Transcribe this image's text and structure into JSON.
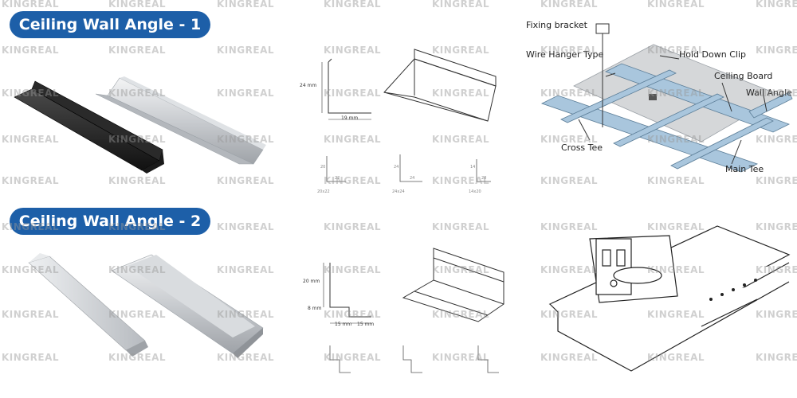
{
  "badges": {
    "angle1": "Ceiling Wall Angle - 1",
    "angle2": "Ceiling Wall Angle - 2"
  },
  "watermark": "KINGREAL",
  "diagram1": {
    "height_dim": "24 mm",
    "width_dim": "19 mm",
    "profiles": [
      {
        "side": "20",
        "bottom": "22",
        "caption": "20x22"
      },
      {
        "side": "24",
        "bottom": "24",
        "caption": "24x24"
      },
      {
        "side": "14",
        "bottom": "20",
        "caption": "14x20"
      }
    ]
  },
  "diagram2": {
    "height_dim": "20 mm",
    "step_dim": "8 mm",
    "width_dim_a": "15 mm",
    "width_dim_b": "15 mm"
  },
  "assembly": {
    "fixing_bracket": "Fixing bracket",
    "wire_hanger": "Wire Hanger Type",
    "hold_down_clip": "Hold Down Clip",
    "ceiling_board": "Ceiling Board",
    "wall_angle": "Wall Angle",
    "cross_tee": "Cross Tee",
    "main_tee": "Main Tee"
  },
  "colors": {
    "badge": "#1d5fa8",
    "frame": "#a9c6dd",
    "board": "#d5d7d9"
  }
}
